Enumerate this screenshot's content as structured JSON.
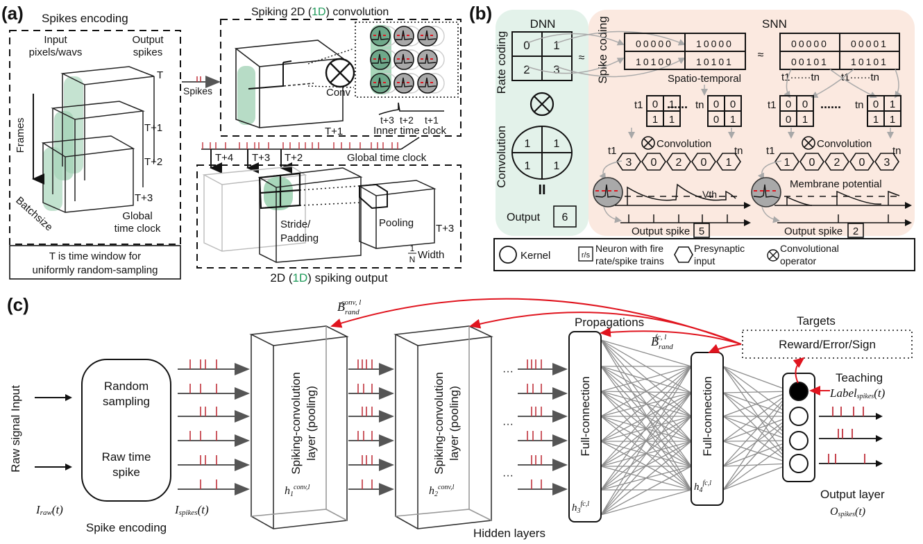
{
  "panel_a": {
    "label": "(a)",
    "encoding": {
      "title": "Spikes encoding",
      "input_label": [
        "Input",
        "pixels/wavs"
      ],
      "output_label": [
        "Output",
        "spikes"
      ],
      "frames_label": "Frames",
      "batch_label": "Batchsize",
      "time_ticks": [
        "T",
        "T+1",
        "T+2",
        "T+3"
      ],
      "clock_label": [
        "Global",
        "time clock"
      ],
      "note": [
        "T is time window for",
        "uniformly random-sampling"
      ]
    },
    "spikes_arrow_label": "Spikes",
    "convolution": {
      "title_pre": "Spiking 2D (",
      "title_hl": "1D",
      "title_post": ") convolution",
      "conv_label": "Conv",
      "frame_tick": "T+1",
      "inner_ticks": [
        "t+3",
        "t+2",
        "t+1"
      ],
      "inner_clock_label": "Inner time clock"
    },
    "global_clock": {
      "label": "Global time clock",
      "ticks": [
        "T+4",
        "T+3",
        "T+2"
      ]
    },
    "output": {
      "stride_label": [
        "Stride/",
        "Padding"
      ],
      "pooling_label": "Pooling",
      "frame_tick": "T+3",
      "frac_num": "1",
      "frac_den": "N",
      "width_label": "Width",
      "title_pre": "2D (",
      "title_hl": "1D",
      "title_post": ") spiking output"
    },
    "highlight_color": "#1f9a5a"
  },
  "panel_b": {
    "label": "(b)",
    "dnn": {
      "title": "DNN",
      "rate_coding_label": "Rate coding",
      "matrix": [
        "0",
        "1",
        "2",
        "3"
      ],
      "convolution_label": "Convolution",
      "kernel": [
        "1",
        "1",
        "1",
        "1"
      ],
      "equals": "II",
      "output_label": "Output",
      "output_value": "6"
    },
    "approx": "≈",
    "snn": {
      "title": "SNN",
      "spike_coding_label": "Spike coding",
      "st_matrix": [
        "00000",
        "10000",
        "10100",
        "10101"
      ],
      "st_label": "Spatio-temporal",
      "alt_matrix": [
        "00000",
        "00001",
        "00101",
        "10101"
      ],
      "alt_labels": [
        "t1······tn",
        "t1······tn"
      ],
      "left_t1": [
        "0",
        "1",
        "1",
        "1"
      ],
      "left_tn": [
        "0",
        "0",
        "0",
        "1"
      ],
      "right_t1": [
        "0",
        "0",
        "0",
        "1"
      ],
      "right_tn": [
        "0",
        "1",
        "1",
        "1"
      ],
      "t1": "t1",
      "tn": "tn",
      "dots": "......",
      "conv_label": "Convolution",
      "left_presyn": [
        "3",
        "0",
        "2",
        "0",
        "1"
      ],
      "right_presyn": [
        "1",
        "0",
        "2",
        "0",
        "3"
      ],
      "vth_label": "Vth",
      "membrane_label": "Membrane potential",
      "output_spike_label": "Output spike",
      "left_output": "5",
      "right_output": "2"
    },
    "legend": [
      {
        "icon": "circle",
        "label": "Kernel"
      },
      {
        "icon": "r/s",
        "label": [
          "Neuron with fire",
          "rate/spike trains"
        ]
      },
      {
        "icon": "hexagon",
        "label": [
          "Presynaptic",
          "input"
        ]
      },
      {
        "icon": "otimes",
        "label": [
          "Convolutional",
          "operator"
        ]
      }
    ],
    "dnn_bg": "#e3f2ea",
    "snn_bg": "#fbe9e0"
  },
  "panel_c": {
    "label": "(c)",
    "raw_input_label": "Raw signal Input",
    "encoder_lines": [
      "Random",
      "sampling",
      "Raw time",
      "spike"
    ],
    "i_raw": "I",
    "i_raw_sub": "raw",
    "i_spikes": "I",
    "i_spikes_sub": "spikes",
    "of_t": "(t)",
    "spike_encoding_label": "Spike encoding",
    "conv_layer_label": [
      "Spiking-convolution",
      "layer (pooling)"
    ],
    "h1": "h",
    "h1_sub": "1",
    "h1_sup": "conv,l",
    "h2_sub": "2",
    "h2_sup": "conv,l",
    "ellipsis": "···",
    "hidden_label": "Hidden layers",
    "b_conv": "B",
    "b_conv_sub": "rand",
    "b_conv_sup": "conv, l",
    "propagations_label": "Propagations",
    "b_fc_sub": "rand",
    "b_fc_sup": "fc, l",
    "fc_label": "Full-connection",
    "h3_sub": "3",
    "h3_sup": "fc,l",
    "h4_sub": "4",
    "h4_sup": "fc,l",
    "targets_label": "Targets",
    "targets_box": "Reward/Error/Sign",
    "teaching_label": "Teaching",
    "label_spikes": "Label",
    "label_spikes_sub": "spikes",
    "output_layer_label": "Output layer",
    "o_spikes": "O",
    "o_spikes_sub": "spikes",
    "feedback_color": "#e0141e",
    "spike_color": "#c0303a"
  }
}
